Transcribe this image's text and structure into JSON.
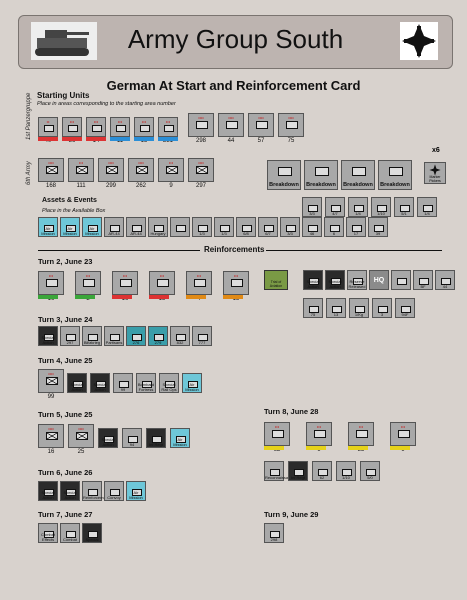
{
  "header": {
    "title": "Army Group South",
    "subtitle": "German At Start and Reinforcement Card"
  },
  "starting_units": {
    "heading": "Starting Units",
    "instructions": "Place in areas corresponding to the starting area number",
    "group1_label": "1st Panzergruppe",
    "group2_label": "6th Army",
    "row1": [
      {
        "id": "1",
        "size": "••",
        "value": "40",
        "color": "#d33"
      },
      {
        "id": "2",
        "size": "•••",
        "value": "36",
        "color": "#d33"
      },
      {
        "id": "3",
        "size": "•••",
        "value": "14",
        "color": "#d33"
      },
      {
        "id": "4",
        "size": "•••",
        "value": "11",
        "color": "#2b8ed6"
      },
      {
        "id": "5",
        "size": "•••",
        "value": "15",
        "color": "#2b8ed6"
      },
      {
        "id": "6",
        "size": "•••",
        "value": "231",
        "color": "#2b8ed6"
      },
      {
        "id": "10",
        "size": "••••",
        "value": "298",
        "color": ""
      },
      {
        "id": "",
        "size": "••••",
        "value": "44",
        "color": ""
      },
      {
        "id": "12",
        "size": "••••",
        "value": "57",
        "color": ""
      },
      {
        "id": "13",
        "size": "••••",
        "value": "75",
        "color": ""
      }
    ],
    "row2": [
      {
        "id": "1",
        "size": "••••",
        "value": "168"
      },
      {
        "id": "2",
        "size": "•••",
        "value": "111"
      },
      {
        "id": "3",
        "size": "••••",
        "value": "299"
      },
      {
        "id": "",
        "size": "••••",
        "value": "262"
      },
      {
        "id": "",
        "size": "•••",
        "value": "9"
      },
      {
        "id": "12",
        "size": "••••",
        "value": "297"
      }
    ],
    "breakdowns": [
      "Breakdown",
      "Breakdown",
      "Breakdown",
      "Breakdown"
    ],
    "x6": "x6",
    "iron_label": "Marker Pickers"
  },
  "assets": {
    "heading": "Assets & Events",
    "instructions": "Place in the Available Box",
    "row_top": [
      "3/3",
      "4/7",
      "1/4",
      "1/10",
      "5/1",
      "1/4"
    ],
    "row_bottom": [
      {
        "label": "Air Mission",
        "kind": "cyan"
      },
      {
        "label": "Air Mission",
        "kind": "cyan"
      },
      {
        "label": "Air Mission",
        "kind": "cyan"
      },
      {
        "label": "AR-44",
        "kind": "gray"
      },
      {
        "label": "AR-44",
        "kind": "gray"
      },
      {
        "label": "Hungary",
        "kind": "gray"
      },
      {
        "label": "",
        "kind": "gray"
      },
      {
        "label": "1/3",
        "kind": "gray"
      },
      {
        "label": "1/3",
        "kind": "gray"
      },
      {
        "label": "6/8",
        "kind": "gray"
      },
      {
        "label": "6/7",
        "kind": "gray"
      },
      {
        "label": "3/3",
        "kind": "gray"
      },
      {
        "label": "46",
        "kind": "gray"
      },
      {
        "label": "6",
        "kind": "gray"
      },
      {
        "label": "17",
        "kind": "gray"
      },
      {
        "label": "39",
        "kind": "gray"
      }
    ]
  },
  "reinforcements": {
    "heading": "Reinforcements",
    "turns": [
      {
        "label": "Turn 2, June 23",
        "units": [
          "16",
          "2",
          "16",
          "13",
          "4",
          "13"
        ],
        "extra": [
          "Special Action",
          "Special Action",
          "Reserve Released",
          "HQ",
          "",
          "BF",
          "44"
        ],
        "extra2": [
          "75",
          "13",
          "1/Kg",
          "3",
          "94F"
        ]
      },
      {
        "label": "Turn 3, June 24",
        "units": [
          "Special Action",
          "297",
          "Blitzkrieg",
          "Partisans",
          "276",
          "279",
          "832",
          "777"
        ]
      },
      {
        "label": "Turn 4, June 25",
        "units": [
          "99",
          "Special Action",
          "Special Action",
          "99",
          "Bombard Fortress",
          "Special Rail Ops",
          "Air Mission"
        ]
      },
      {
        "label": "Turn 5, June 25",
        "units": [
          "16",
          "25",
          "Special Action",
          "94",
          "Inf Regt",
          "Air Mission"
        ]
      },
      {
        "label": "Turn 6, June 26",
        "units": [
          "Special Action",
          "Special Action",
          "Reinforcement",
          "Convoy",
          "Air Mission"
        ]
      },
      {
        "label": "Turn 7, June 27",
        "units": [
          "Combat Effects",
          "Combat",
          "Special"
        ]
      },
      {
        "label": "Turn 8, June 28",
        "units": [
          "62",
          "9",
          "33",
          "9"
        ],
        "extra": [
          "Reconnaissance",
          "Inf Regt",
          "62",
          "1/10",
          "5/0"
        ]
      },
      {
        "label": "Turn 9, June 29",
        "units": [
          "298"
        ]
      }
    ]
  },
  "colors": {
    "background": "#d8d2cd",
    "counter": "#a8a8a8",
    "air": "#6ec7d8",
    "dark": "#2b2b2b"
  }
}
